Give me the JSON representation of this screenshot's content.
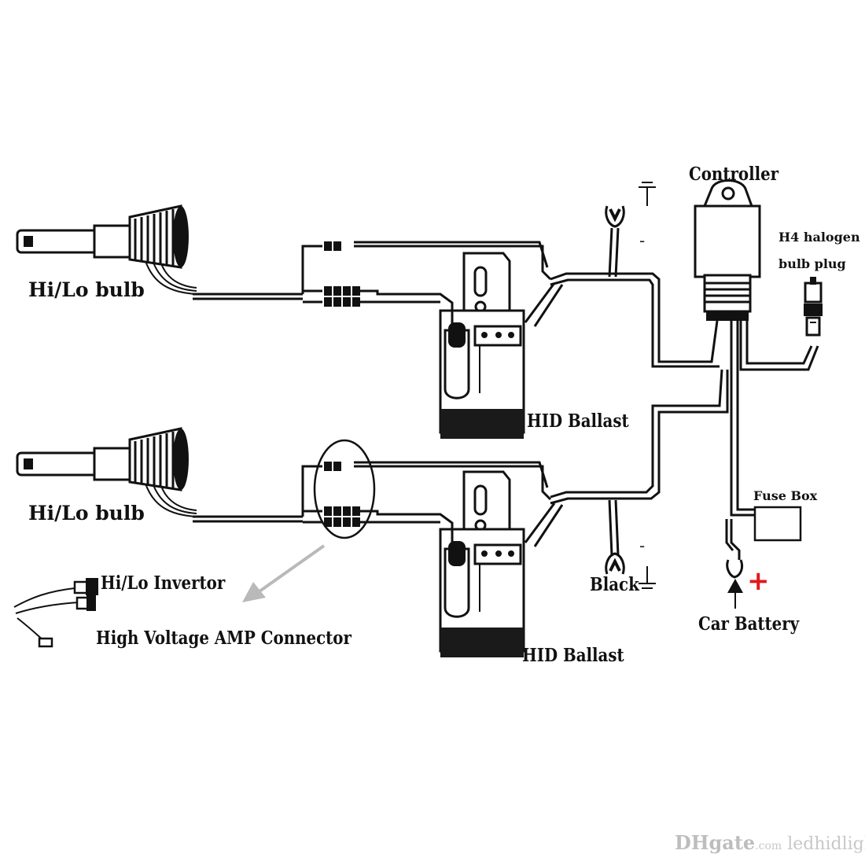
{
  "labels": {
    "controller": "Controller",
    "h4_line1": "H4 halogen",
    "h4_line2": "bulb plug",
    "bulb_top": "Hi/Lo bulb",
    "bulb_bottom": "Hi/Lo bulb",
    "ballast_top": "HID Ballast",
    "ballast_bottom": "HID Ballast",
    "fuse_box": "Fuse Box",
    "black": "Black",
    "car_battery": "Car Battery",
    "invertor": "Hi/Lo Invertor",
    "amp_connector": "High Voltage AMP Connector",
    "minus_top": "-",
    "minus_bottom": "-",
    "plus": "+"
  },
  "watermark": {
    "logo": "DHgate",
    "domain": ".com",
    "store": "ledhidlight"
  },
  "colors": {
    "line": "#111111",
    "plus": "#e0191c",
    "arrow": "#b9b9b9",
    "watermark": "#c8c8c8"
  }
}
